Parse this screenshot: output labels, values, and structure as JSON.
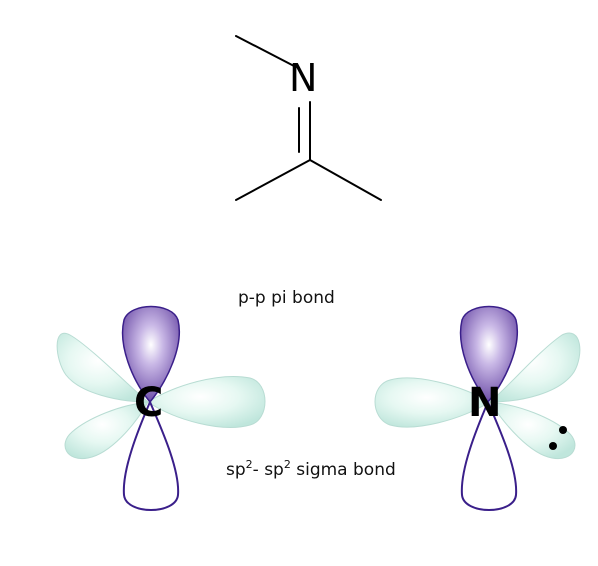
{
  "molecule": {
    "atom_n": "N"
  },
  "orbitals": {
    "left_atom": "C",
    "right_atom": "N",
    "pi_bond_label": "p-p pi bond",
    "sigma_label_part1": "sp",
    "sigma_label_sup1": "2",
    "sigma_label_part2": "- sp",
    "sigma_label_sup2": "2",
    "sigma_label_part3": " sigma bond"
  },
  "colors": {
    "p_lobe_fill": "#8266b5",
    "p_lobe_outline": "#3a1f8a",
    "sp2_lobe_fill": "#d6f2ea",
    "sp2_lobe_outline": "#b8dcd3",
    "bond_line": "#000000"
  }
}
